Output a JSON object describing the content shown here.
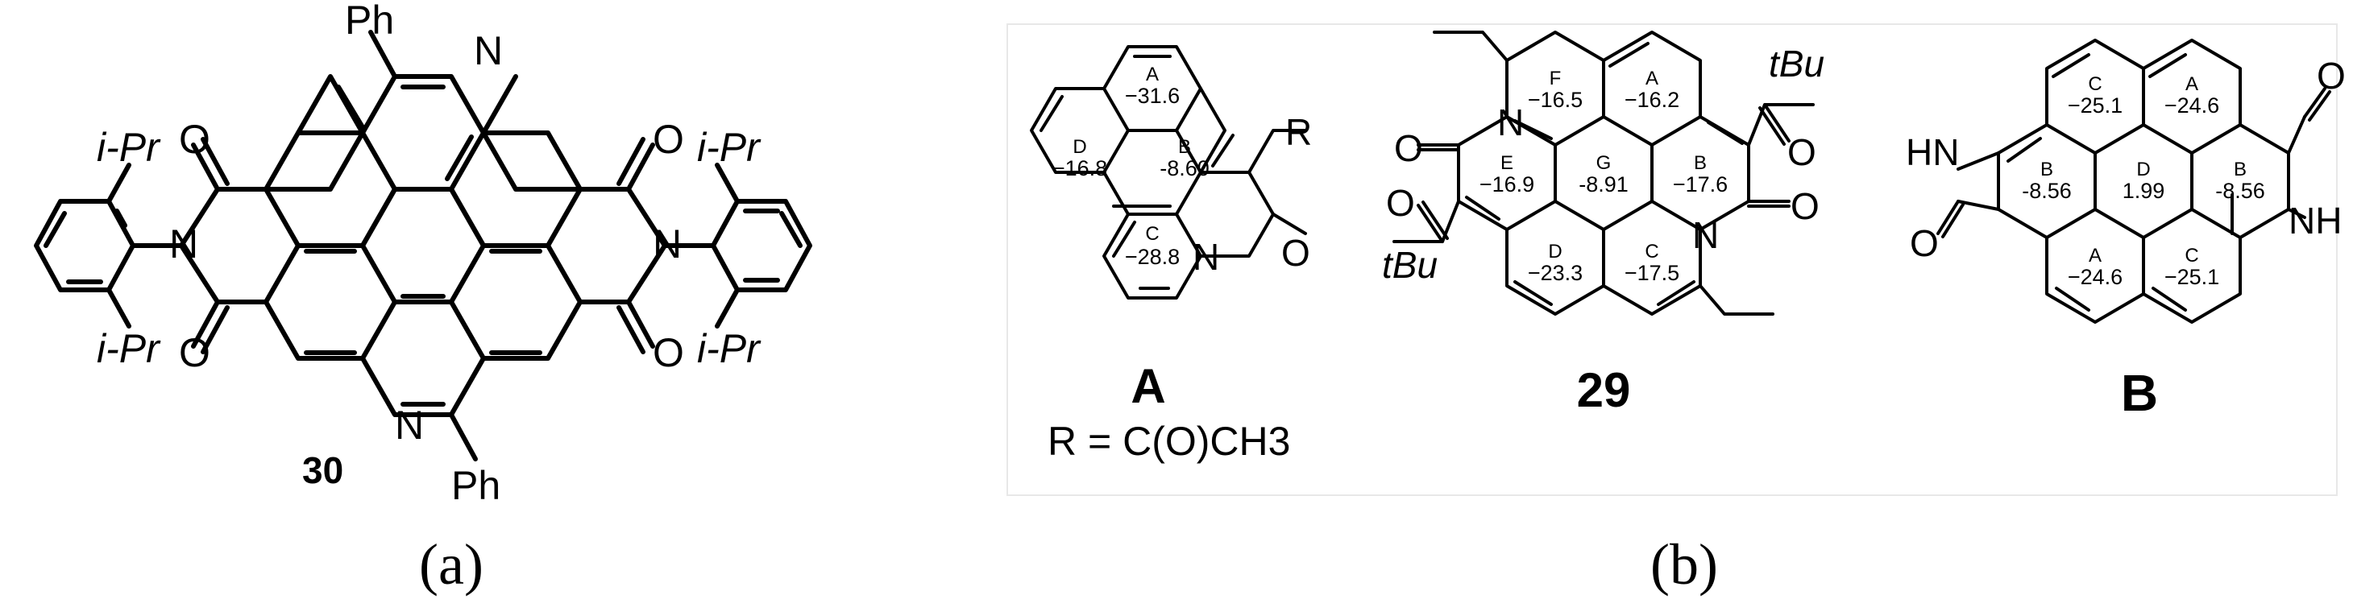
{
  "panel_a": {
    "label": "(a)",
    "compound": "30",
    "substituents": {
      "ph_top": "Ph",
      "ph_bottom": "Ph",
      "ipr_tl": "i-Pr",
      "ipr_bl": "i-Pr",
      "ipr_tr": "i-Pr",
      "ipr_br": "i-Pr"
    },
    "atoms": {
      "n_top": "N",
      "n_bottom": "N",
      "n_left": "N",
      "n_right": "N",
      "o_tl": "O",
      "o_bl": "O",
      "o_tr": "O",
      "o_br": "O"
    }
  },
  "panel_b": {
    "label": "(b)",
    "A": {
      "name": "A",
      "formula": "R = C(O)CH3",
      "r_label": "R",
      "n": "N",
      "o": "O",
      "rings": [
        {
          "letter": "A",
          "value": "−31.6"
        },
        {
          "letter": "D",
          "value": "−16.8"
        },
        {
          "letter": "B",
          "value": "-8.60"
        },
        {
          "letter": "C",
          "value": "−28.8"
        }
      ]
    },
    "c29": {
      "name": "29",
      "tbu_top": "tBu",
      "tbu_bottom": "tBu",
      "atoms": {
        "n_top": "N",
        "n_bottom": "N",
        "o_left": "O",
        "o_right": "O",
        "o_acyl_left": "O",
        "o_acyl_right": "O"
      },
      "rings": [
        {
          "letter": "F",
          "value": "−16.5"
        },
        {
          "letter": "A",
          "value": "−16.2"
        },
        {
          "letter": "E",
          "value": "−16.9"
        },
        {
          "letter": "G",
          "value": "-8.91"
        },
        {
          "letter": "B",
          "value": "−17.6"
        },
        {
          "letter": "D",
          "value": "−23.3"
        },
        {
          "letter": "C",
          "value": "−17.5"
        }
      ]
    },
    "B": {
      "name": "B",
      "atoms": {
        "hn": "HN",
        "nh": "NH",
        "o_left": "O",
        "o_right": "O"
      },
      "rings": [
        {
          "letter": "C",
          "value": "−25.1"
        },
        {
          "letter": "A",
          "value": "−24.6"
        },
        {
          "letter": "B",
          "value": "-8.56"
        },
        {
          "letter": "D",
          "value": "1.99"
        },
        {
          "letter": "B",
          "value": "-8.56"
        },
        {
          "letter": "A",
          "value": "−24.6"
        },
        {
          "letter": "C",
          "value": "−25.1"
        }
      ]
    }
  }
}
